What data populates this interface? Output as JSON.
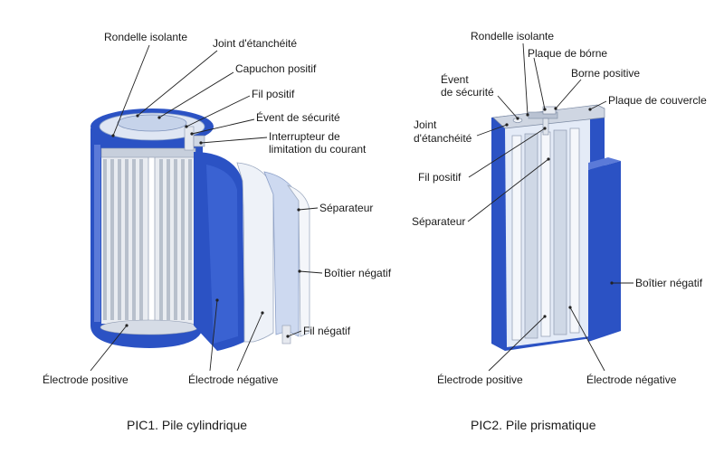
{
  "pic1": {
    "caption": "PIC1. Pile cylindrique",
    "labels": {
      "rondelle_isolante": "Rondelle isolante",
      "joint": "Joint d'étanchéité",
      "capuchon": "Capuchon positif",
      "fil_positif": "Fil positif",
      "event": "Évent de sécurité",
      "interrupteur": [
        "Interrupteur de",
        "limitation du courant"
      ],
      "separateur": "Séparateur",
      "boitier": "Boîtier négatif",
      "fil_negatif": "Fil négatif",
      "electrode_positive": "Électrode positive",
      "electrode_negative": "Électrode négative"
    }
  },
  "pic2": {
    "caption": "PIC2. Pile prismatique",
    "labels": {
      "rondelle_isolante": "Rondelle isolante",
      "plaque_borne": "Plaque de bórne",
      "borne_positive": "Borne positive",
      "plaque_couvercle": "Plaque de couvercle",
      "event": [
        "Évent",
        "de sécurité"
      ],
      "joint": [
        "Joint",
        "d'étanchéité"
      ],
      "fil_positif": "Fil positif",
      "separateur": "Séparateur",
      "boitier": "Boîtier négatif",
      "electrode_positive": "Électrode positive",
      "electrode_negative": "Électrode négative"
    }
  },
  "colors": {
    "case_blue": "#2b52c4",
    "case_light": "#5b7ad8",
    "leader": "#222222"
  }
}
